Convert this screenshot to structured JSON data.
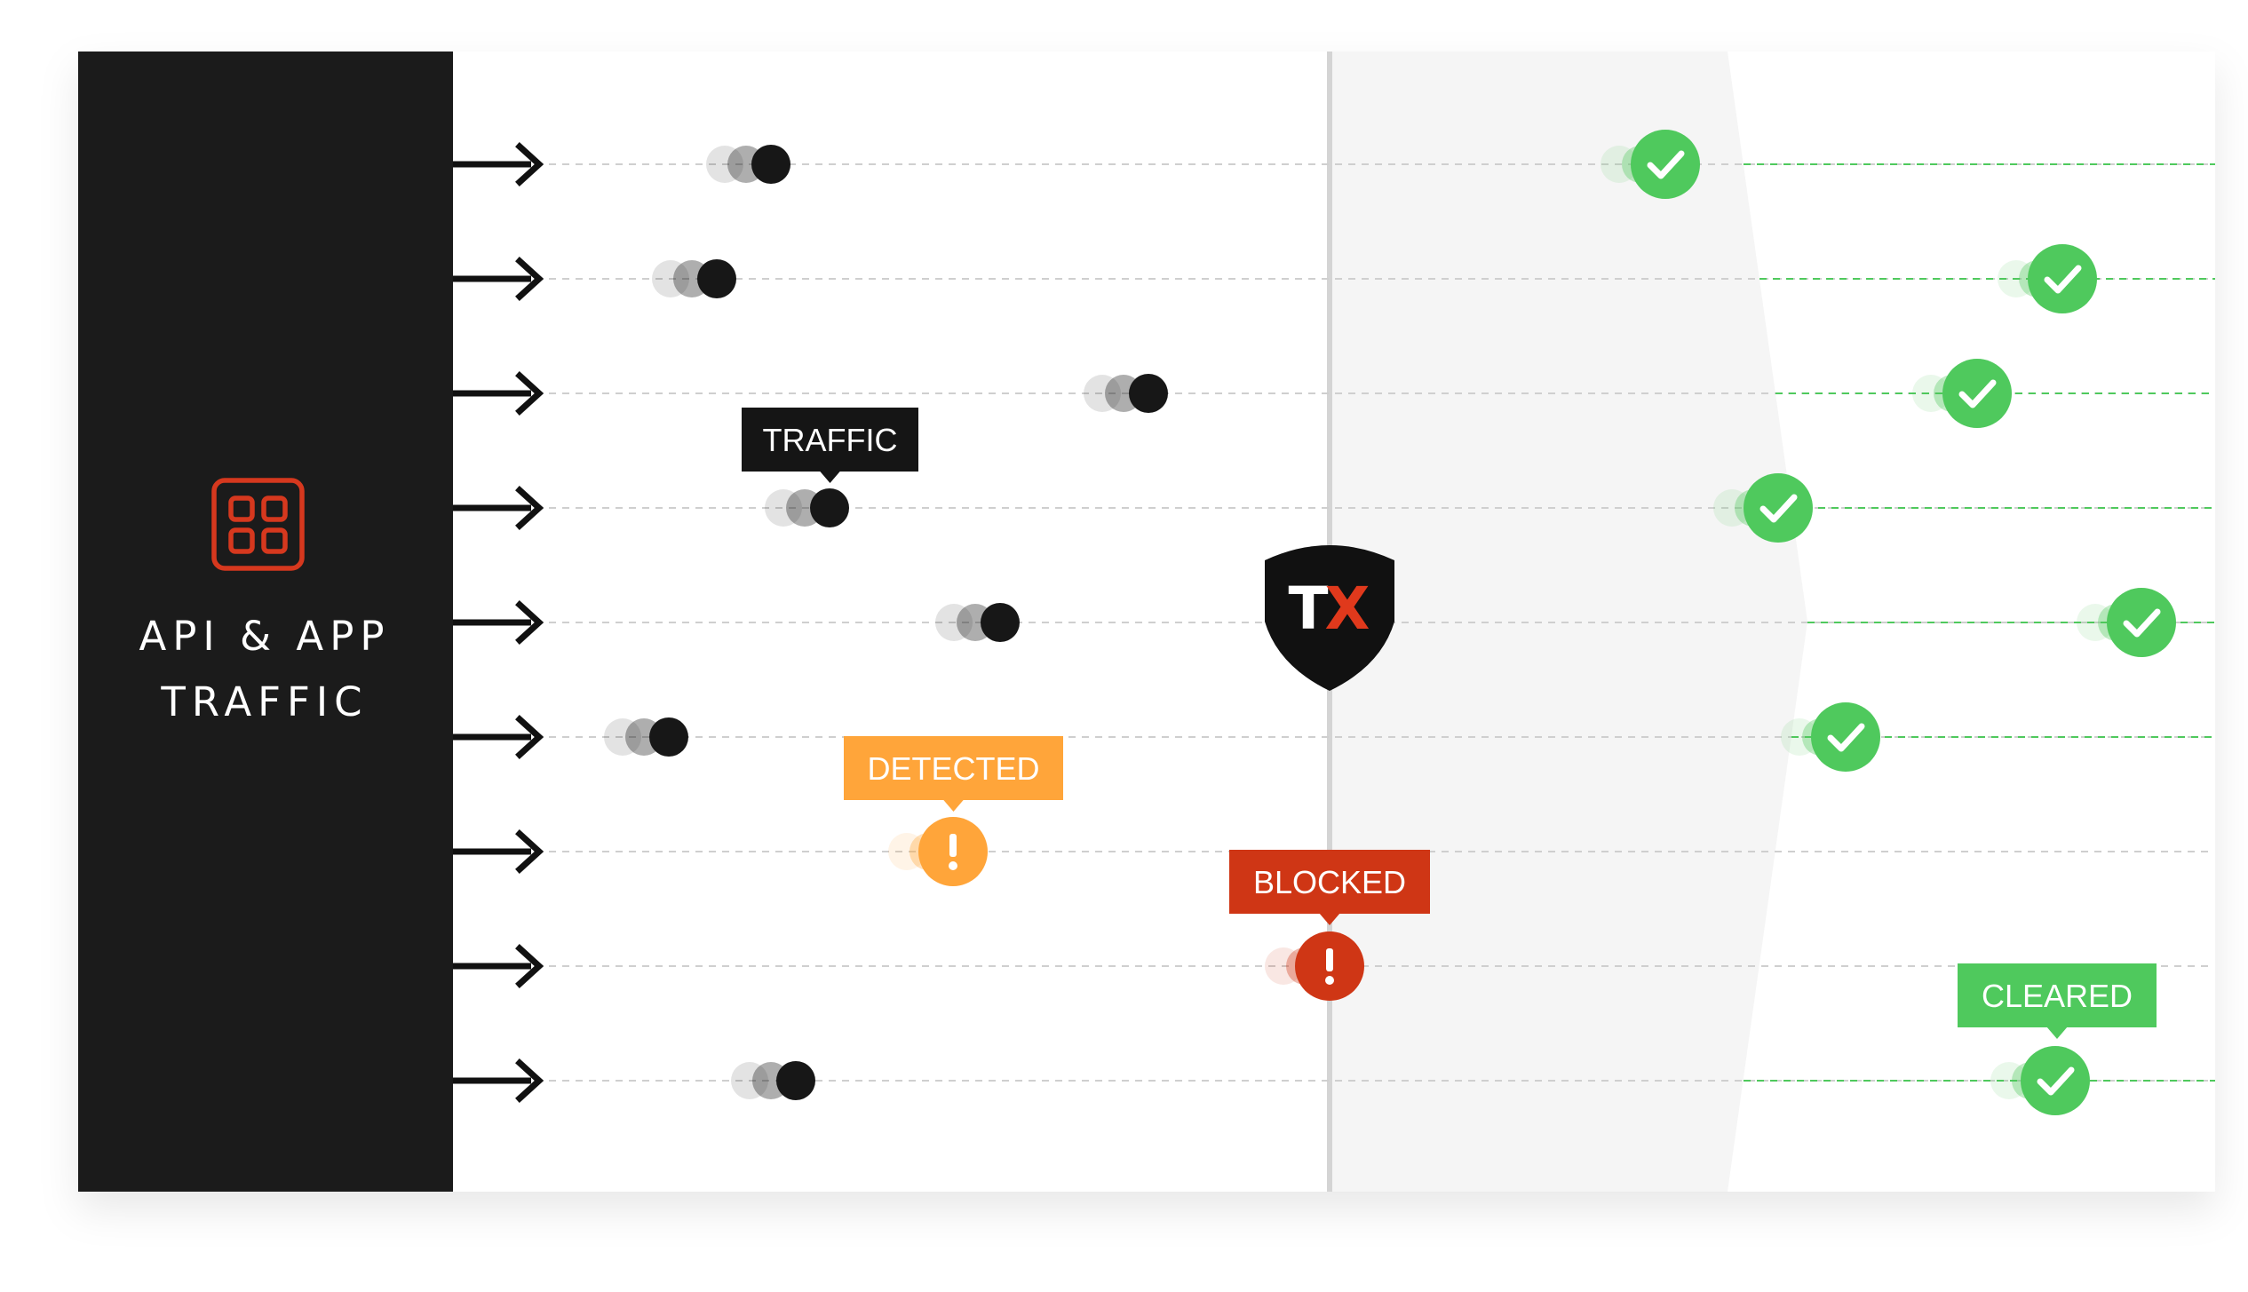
{
  "sidebar": {
    "label": "API & APP\nTRAFFIC",
    "icon": "app-grid-icon"
  },
  "logo": {
    "text_left": "T",
    "text_right": "X",
    "icon": "shield-logo-icon"
  },
  "tags": {
    "traffic": "TRAFFIC",
    "detected": "DETECTED",
    "blocked": "BLOCKED",
    "cleared": "CLEARED"
  },
  "colors": {
    "sidebar": "#1b1b1b",
    "accent_red": "#d6381e",
    "detected": "#ffa53a",
    "blocked": "#cf3615",
    "cleared": "#4fc95d",
    "traffic_dot": "#171717",
    "inspection_zone": "#f5f5f5",
    "divider": "#d4d4d4"
  },
  "lanes": [
    {
      "status": "traffic",
      "outcome": "cleared",
      "tag": null
    },
    {
      "status": "traffic",
      "outcome": "cleared",
      "tag": null
    },
    {
      "status": "traffic",
      "outcome": "cleared",
      "tag": null
    },
    {
      "status": "traffic",
      "outcome": "cleared",
      "tag": "traffic"
    },
    {
      "status": "traffic",
      "outcome": "cleared",
      "tag": null
    },
    {
      "status": "traffic",
      "outcome": "cleared",
      "tag": null
    },
    {
      "status": "detected",
      "outcome": "none",
      "tag": "detected"
    },
    {
      "status": "blocked",
      "outcome": "none",
      "tag": "blocked"
    },
    {
      "status": "traffic",
      "outcome": "cleared",
      "tag": "cleared"
    }
  ]
}
